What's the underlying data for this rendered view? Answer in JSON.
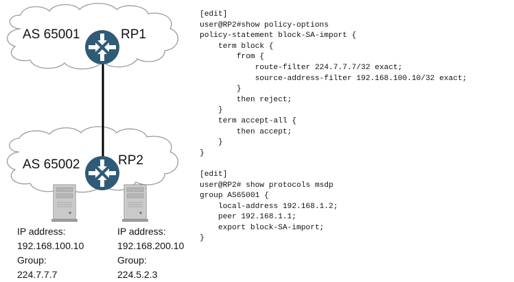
{
  "networks": [
    {
      "as_label": "AS 65001",
      "router_label": "RP1"
    },
    {
      "as_label": "AS 65002",
      "router_label": "RP2"
    }
  ],
  "hosts": [
    {
      "ip_label": "IP address:",
      "ip": "192.168.100.10",
      "group_label": "Group:",
      "group": "224.7.7.7"
    },
    {
      "ip_label": "IP address:",
      "ip": "192.168.200.10",
      "group_label": "Group:",
      "group": "224.5.2.3"
    }
  ],
  "icons": {
    "router": "router-icon",
    "server": "server-icon",
    "cloud": "cloud-icon"
  },
  "colors": {
    "router_fill": "#2f5a78",
    "router_arrow": "#ffffff",
    "cloud_stroke": "#9a9a9a",
    "link": "#000000",
    "server_body": "#d3d3d3"
  },
  "config_lines": [
    "[edit]",
    "user@RP2#show policy-options",
    "policy-statement block-SA-import {",
    "    term block {",
    "        from {",
    "            route-filter 224.7.7.7/32 exact;",
    "            source-address-filter 192.168.100.10/32 exact;",
    "        }",
    "        then reject;",
    "    }",
    "    term accept-all {",
    "        then accept;",
    "    }",
    "}",
    "",
    "[edit]",
    "user@RP2# show protocols msdp",
    "group AS65001 {",
    "    local-address 192.168.1.2;",
    "    peer 192.168.1.1;",
    "    export block-SA-import;",
    "}"
  ]
}
